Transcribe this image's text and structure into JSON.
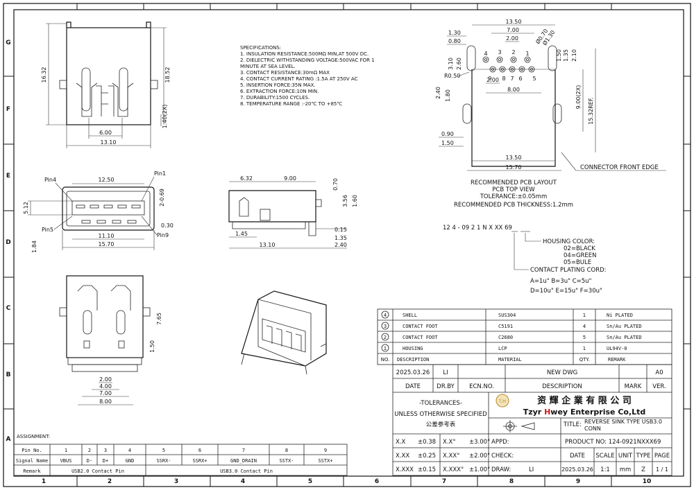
{
  "border": {
    "cols": [
      "1",
      "2",
      "3",
      "4",
      "5",
      "6",
      "7",
      "8",
      "9",
      "10"
    ],
    "rows": [
      "G",
      "F",
      "E",
      "D",
      "C",
      "B",
      "A"
    ]
  },
  "specs": {
    "heading": "SPECIFICATIONS:",
    "lines": [
      "1. INSULATION RESISTANCE:500MΩ MIN,AT 500V DC.",
      "2. DIELECTRIC WITHSTANDING VOLTAGE:500VAC FOR 1",
      "MINUTE AT SEA LEVEL.",
      "3. CONTACT RESISTANCE:30mΩ MAX",
      "4. CONTACT CURRENT RATING :1.5A AT 250V AC",
      "5. INSERTION FORCE:35N MAX.",
      "6. EXTRACTION FORCE:10N MIN.",
      "7. DURABILITY:1500 CYCLES.",
      "8. TEMPERATURE RANGE :-20℃ TO +85℃"
    ]
  },
  "top_view": {
    "dims": {
      "h": "16.32",
      "h2": "18.52",
      "w1": "6.00",
      "w2": "13.10",
      "pitch": "1.40(2X)"
    }
  },
  "front_view": {
    "pins": {
      "p1": "Pin1",
      "p4": "Pin4",
      "p5": "Pin5",
      "p9": "Pin9"
    },
    "dims": {
      "w": "12.50",
      "a": "2-0.69",
      "h": "5.12",
      "b": "0.30",
      "c": "1.84",
      "d": "11.10",
      "e": "15.70"
    }
  },
  "side_view": {
    "dims": {
      "a": "6.32",
      "b": "9.00",
      "c": "0.70",
      "d": "3.56",
      "e": "1.60",
      "f": "0.15",
      "g": "1.45",
      "h": "1.35",
      "i": "13.10",
      "j": "2.40"
    }
  },
  "bottom_view": {
    "dims": {
      "a": "7.65",
      "b": "1.50",
      "c": "2.00",
      "d": "4.00",
      "e": "7.00",
      "f": "8.00"
    }
  },
  "pcb_layout": {
    "dims": {
      "w1": "13.50",
      "w2": "7.00",
      "w3": "2.00",
      "d1": "1.30",
      "d2": "0.80",
      "d3": "Ø0.70",
      "d4": "Ø1.30",
      "v1": "1.50",
      "v2": "1.35",
      "v3": "2.10",
      "v4": "3.10",
      "v5": "2.60",
      "r": "R0.50",
      "s1": "2.00",
      "s2": "8.00",
      "v6": "2.40",
      "v7": "1.80",
      "v8": "9.00(2X)",
      "v9": "15.32REF.",
      "h1": "0.90",
      "h2": "1.50",
      "b1": "13.50",
      "b2": "15.70"
    },
    "pin_nums": [
      "4",
      "3",
      "2",
      "1",
      "9",
      "8",
      "7",
      "6",
      "5"
    ],
    "edge_label": "CONNECTOR FRONT EDGE",
    "caption": [
      "RECOMMENDED PCB LAYOUT",
      "PCB TOP VIEW",
      "TOLERANCE:±0.05mm",
      "RECOMMENDED PCB THICKNESS:1.2mm"
    ]
  },
  "part_number": {
    "code": "12 4 -  09  2  1  N  X  XX  69",
    "housing_title": "HOUSING COLOR:",
    "housing": [
      "02=BLACK",
      "04=GREEN",
      "05=BULE"
    ],
    "plating_title": "CONTACT PLATING CORD:",
    "plating": [
      "A=1u\"  B=3u\"  C=5u\"",
      "D=10u\"  E=15u\"  F=30u\""
    ]
  },
  "bom": {
    "rows": [
      {
        "no": "4",
        "desc": "SHELL",
        "mat": "SUS304",
        "qty": "1",
        "rem": "Ni PLATED"
      },
      {
        "no": "3",
        "desc": "CONTACT FOOT",
        "mat": "C5191",
        "qty": "4",
        "rem": "Sn/Au PLATED"
      },
      {
        "no": "2",
        "desc": "CONTACT FOOT",
        "mat": "C2680",
        "qty": "5",
        "rem": "Sn/Au PLATED"
      },
      {
        "no": "1",
        "desc": "HOUSING",
        "mat": "LCP",
        "qty": "1",
        "rem": "UL94V-0"
      }
    ],
    "header": {
      "no": "NO.",
      "desc": "DESCRIPTION",
      "mat": "MATERIAL",
      "qty": "QTY.",
      "rem": "REMARK"
    }
  },
  "revision": {
    "date": "2025.03.26",
    "by": "LI",
    "desc": "NEW DWG",
    "ver": "A0",
    "h_date": "DATE",
    "h_by": "DR.BY",
    "h_ecn": "ECN.NO.",
    "h_desc": "DESCRIPTION",
    "h_mark": "MARK",
    "h_ver": "VER."
  },
  "title_block": {
    "tol_title": "-TOLERANCES-",
    "tol_sub": "UNLESS OTHERWISE SPECIFIED",
    "tol_cn": "公差参考表",
    "company_cn": "资 輝 企 業 有 限 公 司",
    "company_en_1": "Tzyr ",
    "company_en_h": "H",
    "company_en_2": "wey Enterprise Co,Ltd",
    "logo": "T.H",
    "title_label": "TITLE:",
    "title_1": "REVERSE SINK TYPE USB3.0",
    "title_2": "CONN",
    "product_label": "PRODUCT NO: 124-0921NXXX69",
    "tols": [
      {
        "a": "X.X",
        "b": "±0.38",
        "c": "X.X°",
        "d": "±3.00°"
      },
      {
        "a": "X.XX",
        "b": "±0.25",
        "c": "X.XX°",
        "d": "±2.00°"
      },
      {
        "a": "X.XXX",
        "b": "±0.15",
        "c": "X.XXX°",
        "d": "±1.00°"
      }
    ],
    "appd": "APPD:",
    "check": "CHECK:",
    "draw": "DRAW:",
    "draw_by": "LI",
    "h_date": "DATE",
    "h_scale": "SCALE",
    "h_unit": "UNIT",
    "h_type": "TYPE",
    "h_page": "PAGE",
    "date": "2025.03.26",
    "scale": "1:1",
    "unit": "mm",
    "type": "Z",
    "page": "1 / 1"
  },
  "assignment": {
    "label": "ASSIGNMENT:",
    "h_pin": "Pin No.",
    "h_sig": "Signal Name",
    "h_rem": "Remark",
    "pins": [
      "1",
      "2",
      "3",
      "4",
      "5",
      "6",
      "7",
      "8",
      "9"
    ],
    "signals": [
      "VBUS",
      "D-",
      "D+",
      "GND",
      "SSRX-",
      "SSRX+",
      "GND_DRAIN",
      "SSTX-",
      "SSTX+"
    ],
    "usb2": "USB2.0 Contact Pin",
    "usb3": "USB3.0 Contact Pin"
  }
}
